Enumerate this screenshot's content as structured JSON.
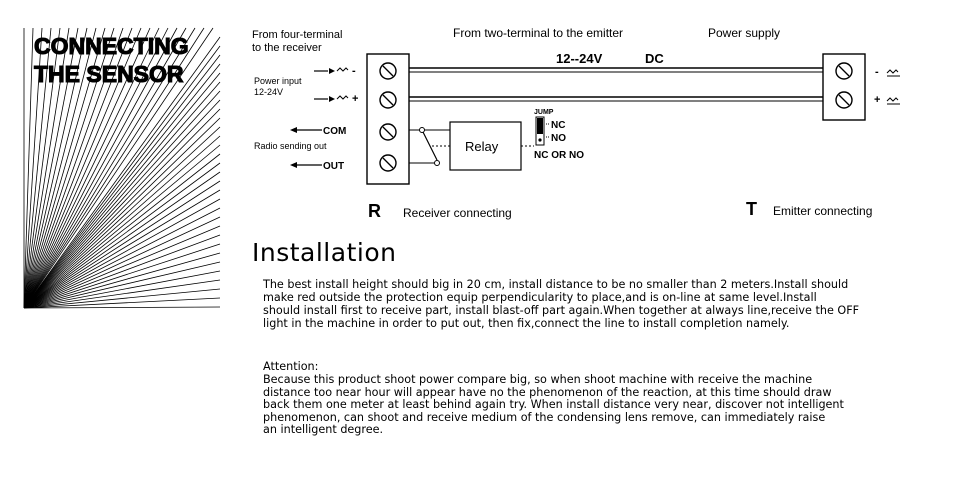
{
  "heading": {
    "line1": "CONNECTING",
    "line2": "THE SENSOR"
  },
  "diagram": {
    "from_four_terminal_line1": "From four-terminal",
    "from_four_terminal_line2": "to the receiver",
    "from_two_terminal": "From two-terminal to the emitter",
    "power_supply": "Power supply",
    "voltage": "12--24V",
    "dc": "DC",
    "power_input_line1": "Power input",
    "power_input_line2": "12-24V",
    "neg_sign": "-",
    "pos_sign": "+",
    "com": "COM",
    "radio_sending_out": "Radio sending out",
    "out": "OUT",
    "relay": "Relay",
    "jump": "JUMP",
    "nc": "NC",
    "no": "NO",
    "nc_or_no": "NC OR NO",
    "receiver_letter": "R",
    "receiver_connecting": "Receiver connecting",
    "emitter_letter": "T",
    "emitter_connecting": "Emitter connecting"
  },
  "installation": {
    "title": "Installation",
    "body": "The best install height should big in 20 cm, install distance to be no smaller than 2 meters.Install should\nmake red outside the protection equip perpendicularity to place,and is on-line at same level.Install\nshould install first to receive part, install blast-off part again.When together at always line,receive the OFF\nlight in the machine in order  to put out, then fix,connect the line to install completion namely."
  },
  "attention": {
    "title": "Attention:",
    "body": "    Because this product shoot power compare big, so when shoot machine with receive the    machine\ndistance too near hour will appear have no the phenomenon of the reaction,   at this   time should draw\nback them one meter at least behind again try.   When install distance very near, discover not intelligent\nphenomenon, can shoot and   receive medium of the condensing lens remove, can immediately raise\nan intelligent degree."
  }
}
